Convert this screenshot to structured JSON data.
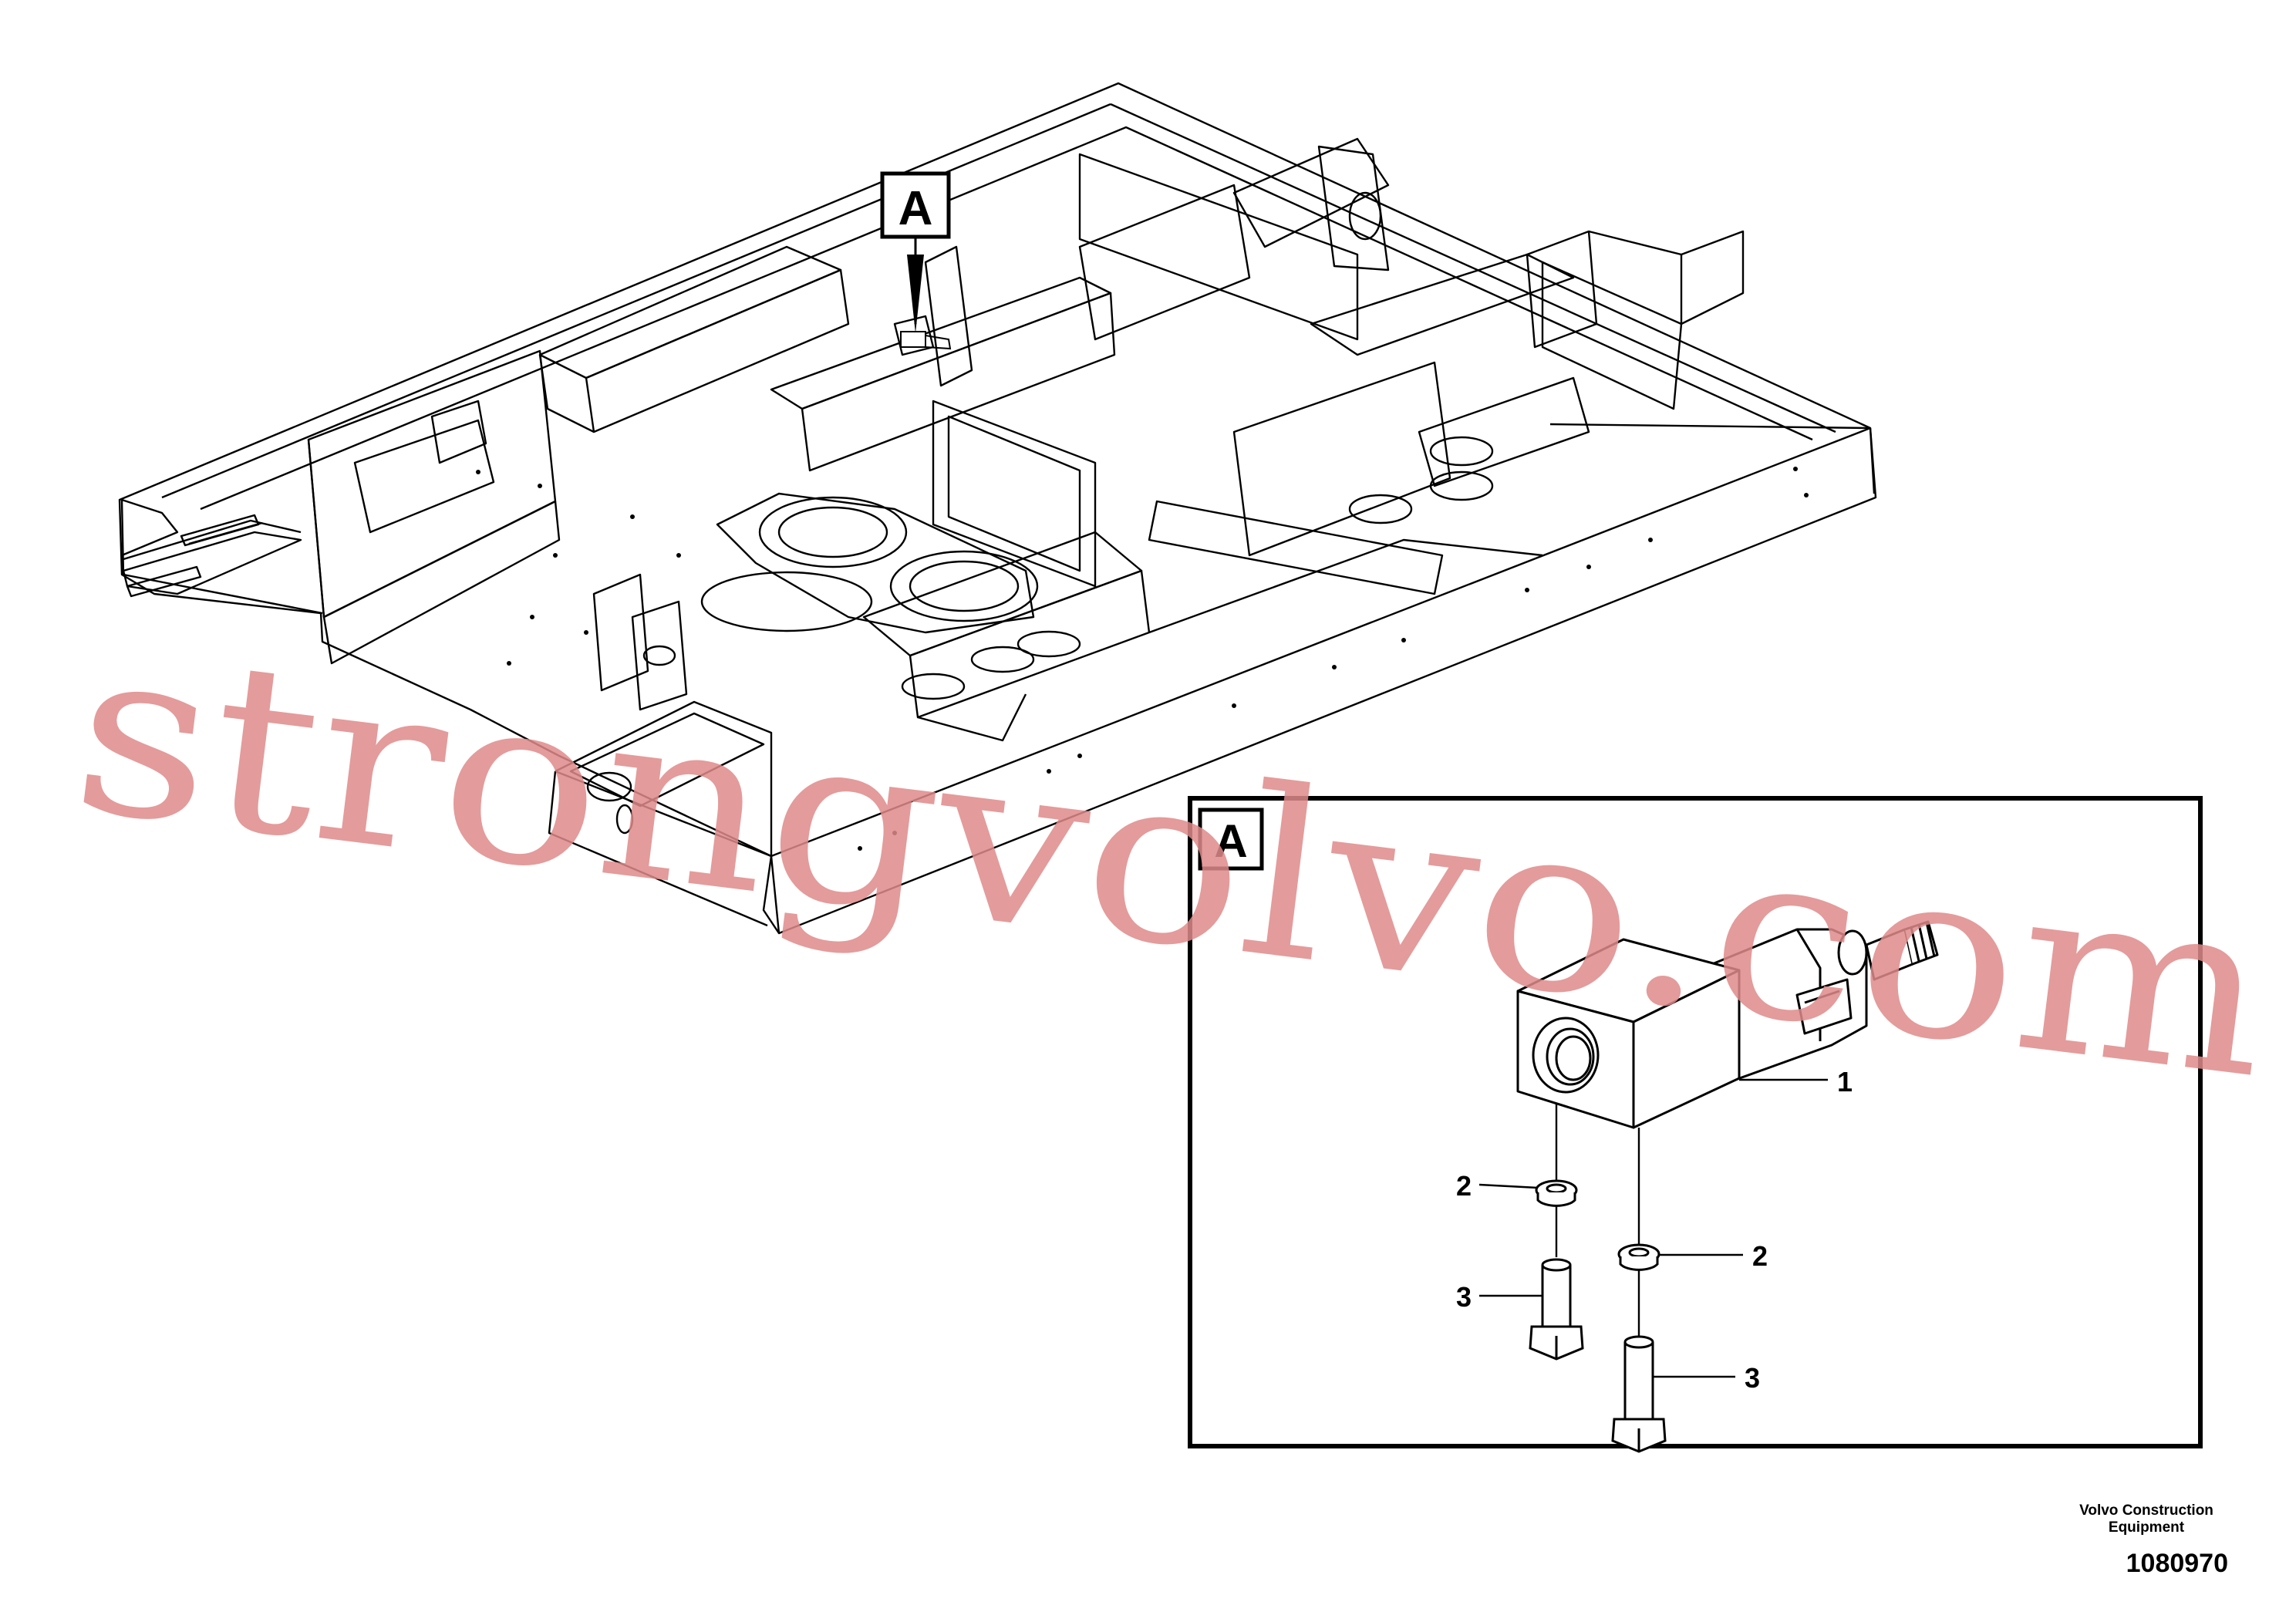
{
  "overview": {
    "callout_letter": "A"
  },
  "detail": {
    "letter": "A",
    "labels": [
      "1",
      "2",
      "2",
      "3",
      "3"
    ]
  },
  "watermark": "strongvolvo.com",
  "footer": {
    "line1": "Volvo Construction",
    "line2": "Equipment",
    "doc_number": "1080970"
  }
}
